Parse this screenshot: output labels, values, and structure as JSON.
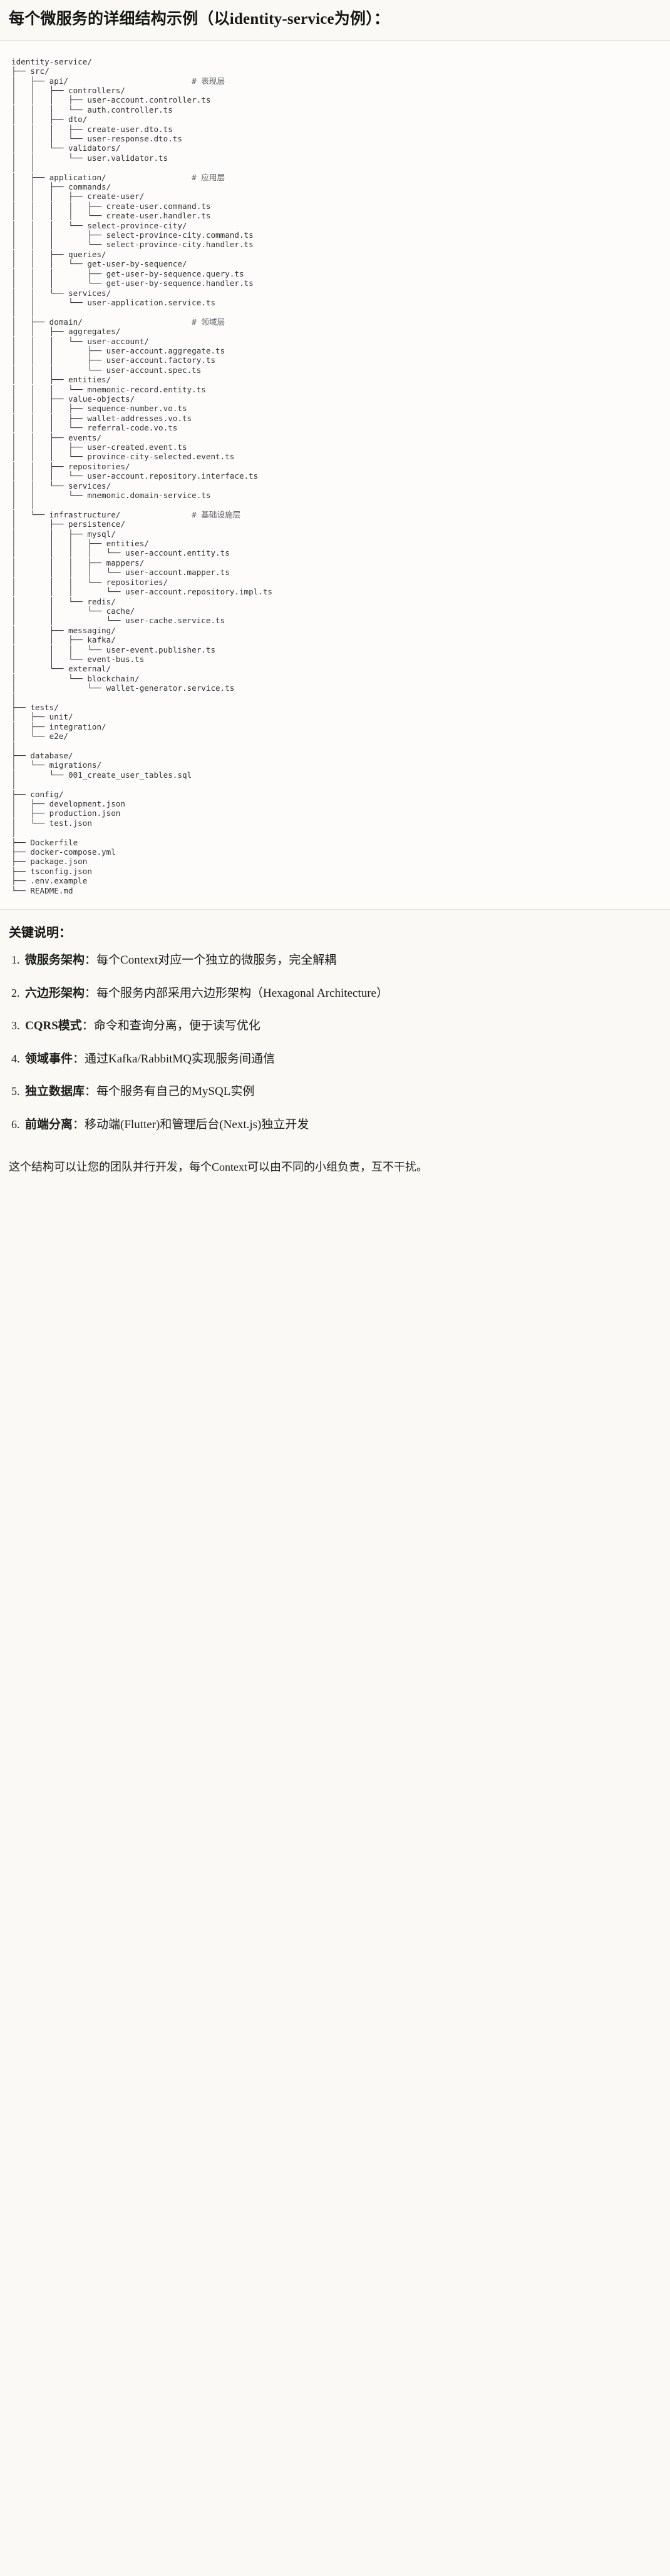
{
  "heading": "每个微服务的详细结构示例（以identity-service为例）：",
  "tree": {
    "comments": {
      "api": "# 表现层",
      "application": "# 应用层",
      "domain": "# 领域层",
      "infrastructure": "# 基础设施层"
    },
    "text": "identity-service/\n├── src/\n│   ├── api/                          # 表现层\n│   │   ├── controllers/\n│   │   │   ├── user-account.controller.ts\n│   │   │   └── auth.controller.ts\n│   │   ├── dto/\n│   │   │   ├── create-user.dto.ts\n│   │   │   └── user-response.dto.ts\n│   │   └── validators/\n│   │       └── user.validator.ts\n│   │\n│   ├── application/                  # 应用层\n│   │   ├── commands/\n│   │   │   ├── create-user/\n│   │   │   │   ├── create-user.command.ts\n│   │   │   │   └── create-user.handler.ts\n│   │   │   └── select-province-city/\n│   │   │       ├── select-province-city.command.ts\n│   │   │       └── select-province-city.handler.ts\n│   │   ├── queries/\n│   │   │   └── get-user-by-sequence/\n│   │   │       ├── get-user-by-sequence.query.ts\n│   │   │       └── get-user-by-sequence.handler.ts\n│   │   └── services/\n│   │       └── user-application.service.ts\n│   │\n│   ├── domain/                       # 领域层\n│   │   ├── aggregates/\n│   │   │   └── user-account/\n│   │   │       ├── user-account.aggregate.ts\n│   │   │       ├── user-account.factory.ts\n│   │   │       └── user-account.spec.ts\n│   │   ├── entities/\n│   │   │   └── mnemonic-record.entity.ts\n│   │   ├── value-objects/\n│   │   │   ├── sequence-number.vo.ts\n│   │   │   ├── wallet-addresses.vo.ts\n│   │   │   └── referral-code.vo.ts\n│   │   ├── events/\n│   │   │   ├── user-created.event.ts\n│   │   │   └── province-city-selected.event.ts\n│   │   ├── repositories/\n│   │   │   └── user-account.repository.interface.ts\n│   │   └── services/\n│   │       └── mnemonic.domain-service.ts\n│   │\n│   └── infrastructure/               # 基础设施层\n│       ├── persistence/\n│       │   ├── mysql/\n│       │   │   ├── entities/\n│       │   │   │   └── user-account.entity.ts\n│       │   │   ├── mappers/\n│       │   │   │   └── user-account.mapper.ts\n│       │   │   └── repositories/\n│       │   │       └── user-account.repository.impl.ts\n│       │   └── redis/\n│       │       └── cache/\n│       │           └── user-cache.service.ts\n│       ├── messaging/\n│       │   ├── kafka/\n│       │   │   └── user-event.publisher.ts\n│       │   └── event-bus.ts\n│       └── external/\n│           └── blockchain/\n│               └── wallet-generator.service.ts\n│\n├── tests/\n│   ├── unit/\n│   ├── integration/\n│   └── e2e/\n│\n├── database/\n│   └── migrations/\n│       └── 001_create_user_tables.sql\n│\n├── config/\n│   ├── development.json\n│   ├── production.json\n│   └── test.json\n│\n├── Dockerfile\n├── docker-compose.yml\n├── package.json\n├── tsconfig.json\n├── .env.example\n└── README.md"
  },
  "keypoints": {
    "title": "关键说明：",
    "items": [
      {
        "term": "微服务架构",
        "sep": "：",
        "desc": "每个Context对应一个独立的微服务，完全解耦"
      },
      {
        "term": "六边形架构",
        "sep": "：",
        "desc": "每个服务内部采用六边形架构（Hexagonal Architecture）"
      },
      {
        "term": "CQRS模式",
        "sep": "：",
        "desc": "命令和查询分离，便于读写优化"
      },
      {
        "term": "领域事件",
        "sep": "：",
        "desc": "通过Kafka/RabbitMQ实现服务间通信"
      },
      {
        "term": "独立数据库",
        "sep": "：",
        "desc": "每个服务有自己的MySQL实例"
      },
      {
        "term": "前端分离",
        "sep": "：",
        "desc": "移动端(Flutter)和管理后台(Next.js)独立开发"
      }
    ],
    "closing": "这个结构可以让您的团队并行开发，每个Context可以由不同的小组负责，互不干扰。"
  },
  "colors": {
    "background": "#faf9f6",
    "code_background": "#fdfcfa",
    "code_text": "#2f3338",
    "comment_text": "#5c6168",
    "rule": "#e4e2dc",
    "heading": "#161616"
  }
}
